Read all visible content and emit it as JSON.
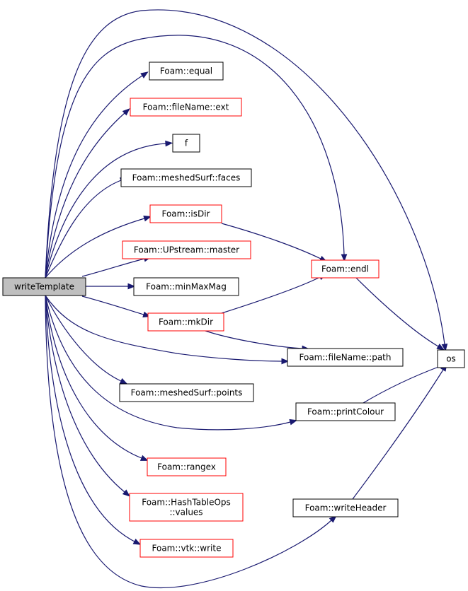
{
  "colors": {
    "edge": "#191970",
    "border_default": "#000000",
    "border_truncated": "#ff0000",
    "root_fill": "#bfbfbf",
    "node_fill": "#ffffff"
  },
  "nodes": [
    {
      "id": "writeTemplate",
      "lines": [
        "writeTemplate"
      ],
      "style": "root"
    },
    {
      "id": "equal",
      "lines": [
        "Foam::equal"
      ],
      "style": "default"
    },
    {
      "id": "ext",
      "lines": [
        "Foam::fileName::ext"
      ],
      "style": "truncated"
    },
    {
      "id": "f",
      "lines": [
        "f"
      ],
      "style": "default"
    },
    {
      "id": "faces",
      "lines": [
        "Foam::meshedSurf::faces"
      ],
      "style": "default"
    },
    {
      "id": "isDir",
      "lines": [
        "Foam::isDir"
      ],
      "style": "truncated"
    },
    {
      "id": "master",
      "lines": [
        "Foam::UPstream::master"
      ],
      "style": "truncated"
    },
    {
      "id": "minMaxMag",
      "lines": [
        "Foam::minMaxMag"
      ],
      "style": "default"
    },
    {
      "id": "mkDir",
      "lines": [
        "Foam::mkDir"
      ],
      "style": "truncated"
    },
    {
      "id": "path",
      "lines": [
        "Foam::fileName::path"
      ],
      "style": "default"
    },
    {
      "id": "points",
      "lines": [
        "Foam::meshedSurf::points"
      ],
      "style": "default"
    },
    {
      "id": "printColour",
      "lines": [
        "Foam::printColour"
      ],
      "style": "default"
    },
    {
      "id": "rangex",
      "lines": [
        "Foam::rangex"
      ],
      "style": "truncated"
    },
    {
      "id": "values",
      "lines": [
        "Foam::HashTableOps",
        "::values"
      ],
      "style": "truncated"
    },
    {
      "id": "writeHeader",
      "lines": [
        "Foam::writeHeader"
      ],
      "style": "default"
    },
    {
      "id": "vtkwrite",
      "lines": [
        "Foam::vtk::write"
      ],
      "style": "truncated"
    },
    {
      "id": "endl",
      "lines": [
        "Foam::endl"
      ],
      "style": "truncated"
    },
    {
      "id": "os",
      "lines": [
        "os"
      ],
      "style": "default"
    }
  ],
  "edges": [
    {
      "from": "writeTemplate",
      "to": "equal"
    },
    {
      "from": "writeTemplate",
      "to": "ext"
    },
    {
      "from": "writeTemplate",
      "to": "f"
    },
    {
      "from": "writeTemplate",
      "to": "faces"
    },
    {
      "from": "writeTemplate",
      "to": "isDir"
    },
    {
      "from": "writeTemplate",
      "to": "master"
    },
    {
      "from": "writeTemplate",
      "to": "minMaxMag"
    },
    {
      "from": "writeTemplate",
      "to": "mkDir"
    },
    {
      "from": "writeTemplate",
      "to": "path"
    },
    {
      "from": "writeTemplate",
      "to": "points"
    },
    {
      "from": "writeTemplate",
      "to": "printColour"
    },
    {
      "from": "writeTemplate",
      "to": "rangex"
    },
    {
      "from": "writeTemplate",
      "to": "values"
    },
    {
      "from": "writeTemplate",
      "to": "vtkwrite"
    },
    {
      "from": "writeTemplate",
      "to": "writeHeader"
    },
    {
      "from": "writeTemplate",
      "to": "endl"
    },
    {
      "from": "writeTemplate",
      "to": "os"
    },
    {
      "from": "isDir",
      "to": "endl"
    },
    {
      "from": "mkDir",
      "to": "endl"
    },
    {
      "from": "mkDir",
      "to": "path"
    },
    {
      "from": "endl",
      "to": "os"
    },
    {
      "from": "printColour",
      "to": "os"
    },
    {
      "from": "writeHeader",
      "to": "os"
    }
  ]
}
